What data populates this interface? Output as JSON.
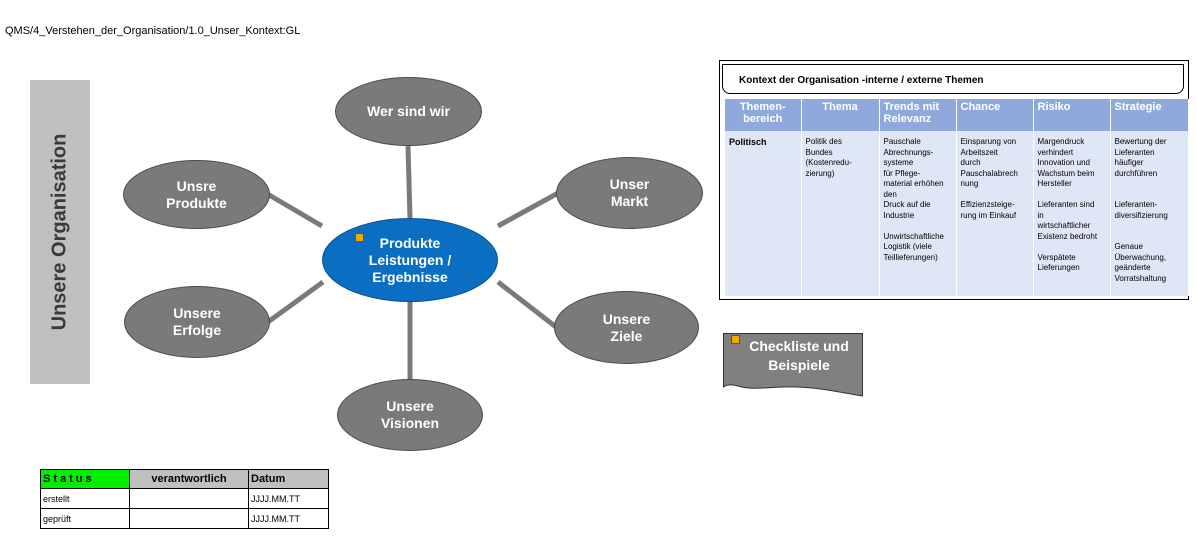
{
  "path": "QMS/4_Verstehen_der_Organisation/1.0_Unser_Kontext:GL",
  "sidebar_label": "Unsere Organisation",
  "nodes": {
    "center": "Produkte\nLeistungen /\nErgebnisse",
    "wer_sind_wir": "Wer sind wir",
    "produkte": "Unsre\nProdukte",
    "markt": "Unser\nMarkt",
    "erfolge": "Unsere\nErfolge",
    "ziele": "Unsere\nZiele",
    "visionen": "Unsere\nVisionen"
  },
  "context": {
    "title": "Kontext der Organisation -interne / externe Themen",
    "headers": [
      "Themen-\nbereich",
      "Thema",
      "Trends mit\nRelevanz",
      "Chance",
      "Risiko",
      "Strategie"
    ],
    "row": [
      "Politisch",
      "Politik des\nBundes\n(Kostenredu-\nzierung)",
      "Pauschale\nAbrechnungs-\nsysteme\nfür Pflege-\nmaterial erhöhen\nden\nDruck auf die\nIndustrie\n\nUnwirtschaftliche\nLogistik (viele\nTeillieferungen)",
      "Einsparung von\nArbeitszeit\ndurch\nPauschalabrech\nnung\n\nEffizienzsteige-\nrung im Einkauf",
      "Margendruck\nverhindert\nInnovation und\nWachstum beim\nHersteller\n\nLieferanten sind\nin\nwirtschaftlicher\nExistenz bedroht\n\nVerspätete\nLieferungen",
      "Bewertung der\nLieferanten\nhäufiger\ndurchführen\n\n\nLieferanten-\ndiversifizierung\n\n\nGenaue\nÜberwachung,\ngeänderte\nVorratshaltung"
    ]
  },
  "checklist_label": "Checkliste und\nBeispiele",
  "status_table": {
    "headers": [
      "Status",
      "verantwortlich",
      "Datum"
    ],
    "rows": [
      [
        "erstellt",
        "",
        "JJJJ.MM.TT"
      ],
      [
        "geprüft",
        "",
        "JJJJ.MM.TT"
      ]
    ]
  },
  "colors": {
    "node_gray": "#7a7a7a",
    "center_blue": "#0a6fc2",
    "table_header": "#8fa9dc",
    "table_body": "#dfe6f6",
    "status_green": "#00ee00"
  }
}
